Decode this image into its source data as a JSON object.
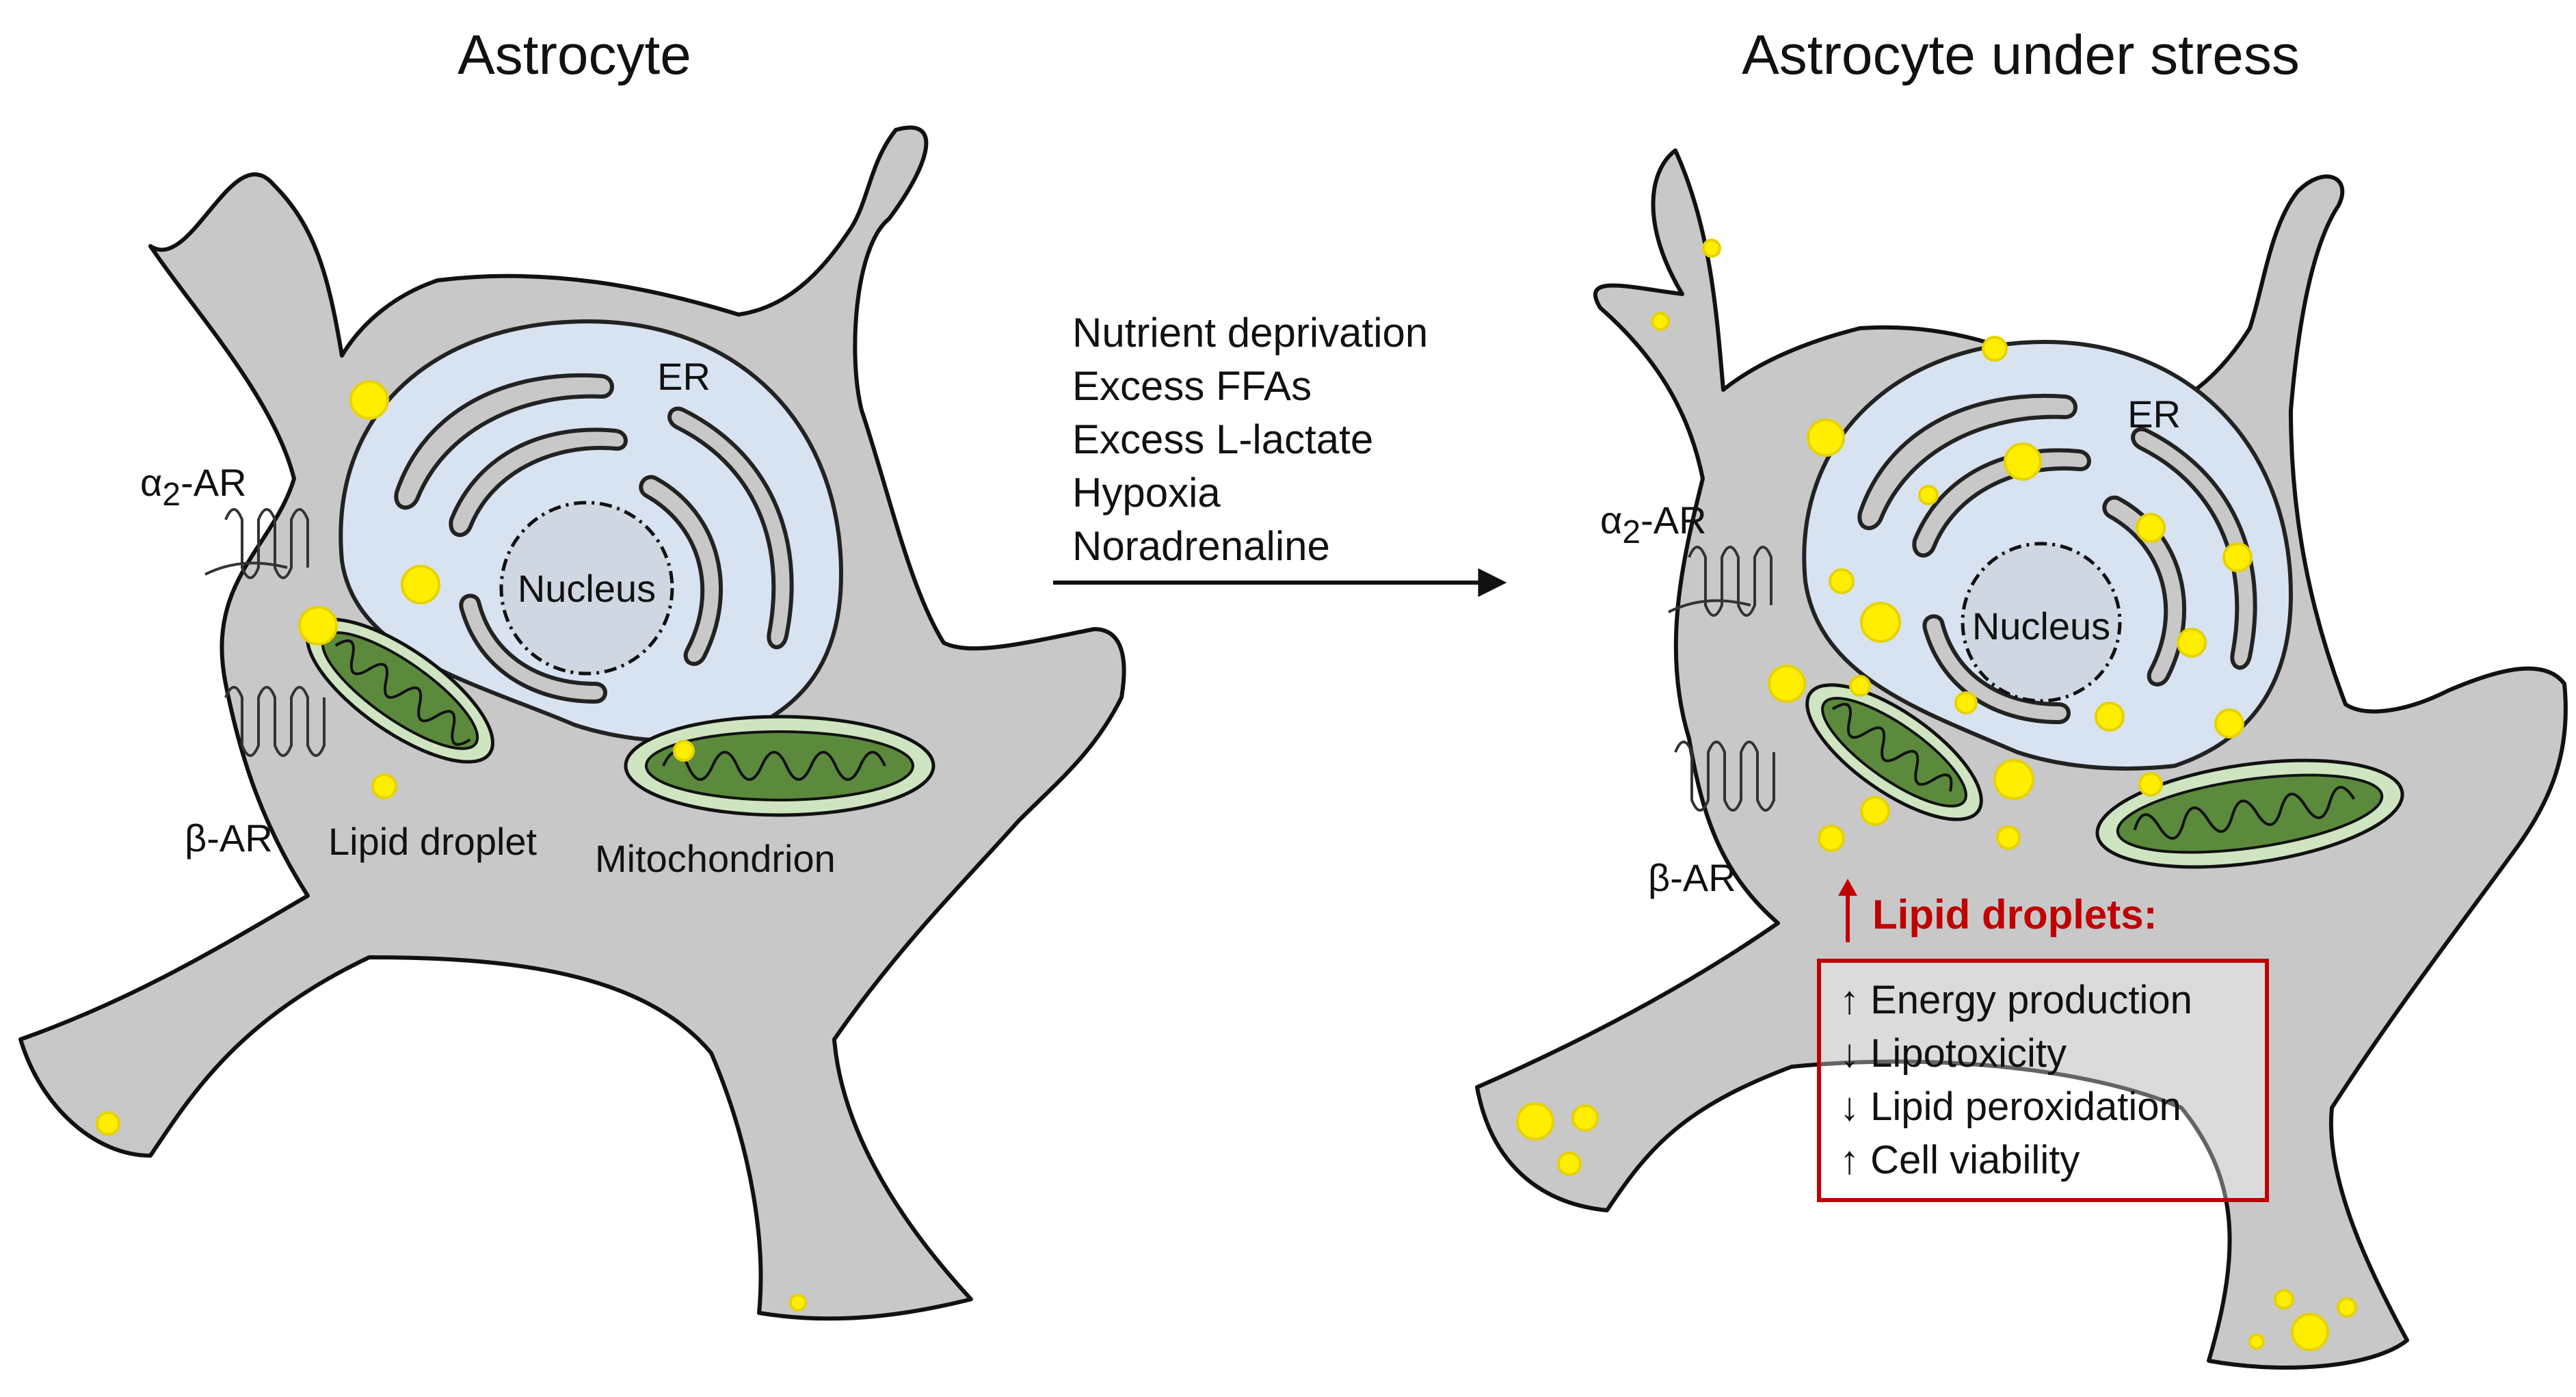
{
  "panels": {
    "left_title": "Astrocyte",
    "right_title": "Astrocyte under stress"
  },
  "labels": {
    "er": "ER",
    "nucleus": "Nucleus",
    "alpha_receptor_prefix": "α",
    "alpha_receptor_subscript": "2",
    "alpha_receptor_suffix": "-AR",
    "beta_receptor": "β-AR",
    "lipid_droplet": "Lipid droplet",
    "mitochondrion": "Mitochondrion"
  },
  "conditions": [
    "Nutrient deprivation",
    "Excess FFAs",
    "Excess L-lactate",
    "Hypoxia",
    "Noradrenaline"
  ],
  "outcome": {
    "heading": "Lipid droplets:",
    "effects": [
      "↑ Energy production",
      "↓ Lipotoxicity",
      "↓ Lipid peroxidation",
      "↑ Cell viability"
    ]
  },
  "colors": {
    "cell": "#c8c8c8",
    "er": "#d7e3f1",
    "nucleus": "#ced7e2",
    "mitochondrion": "#cfe5c1",
    "droplet": "#ffee00",
    "accent_red": "#c00000"
  }
}
